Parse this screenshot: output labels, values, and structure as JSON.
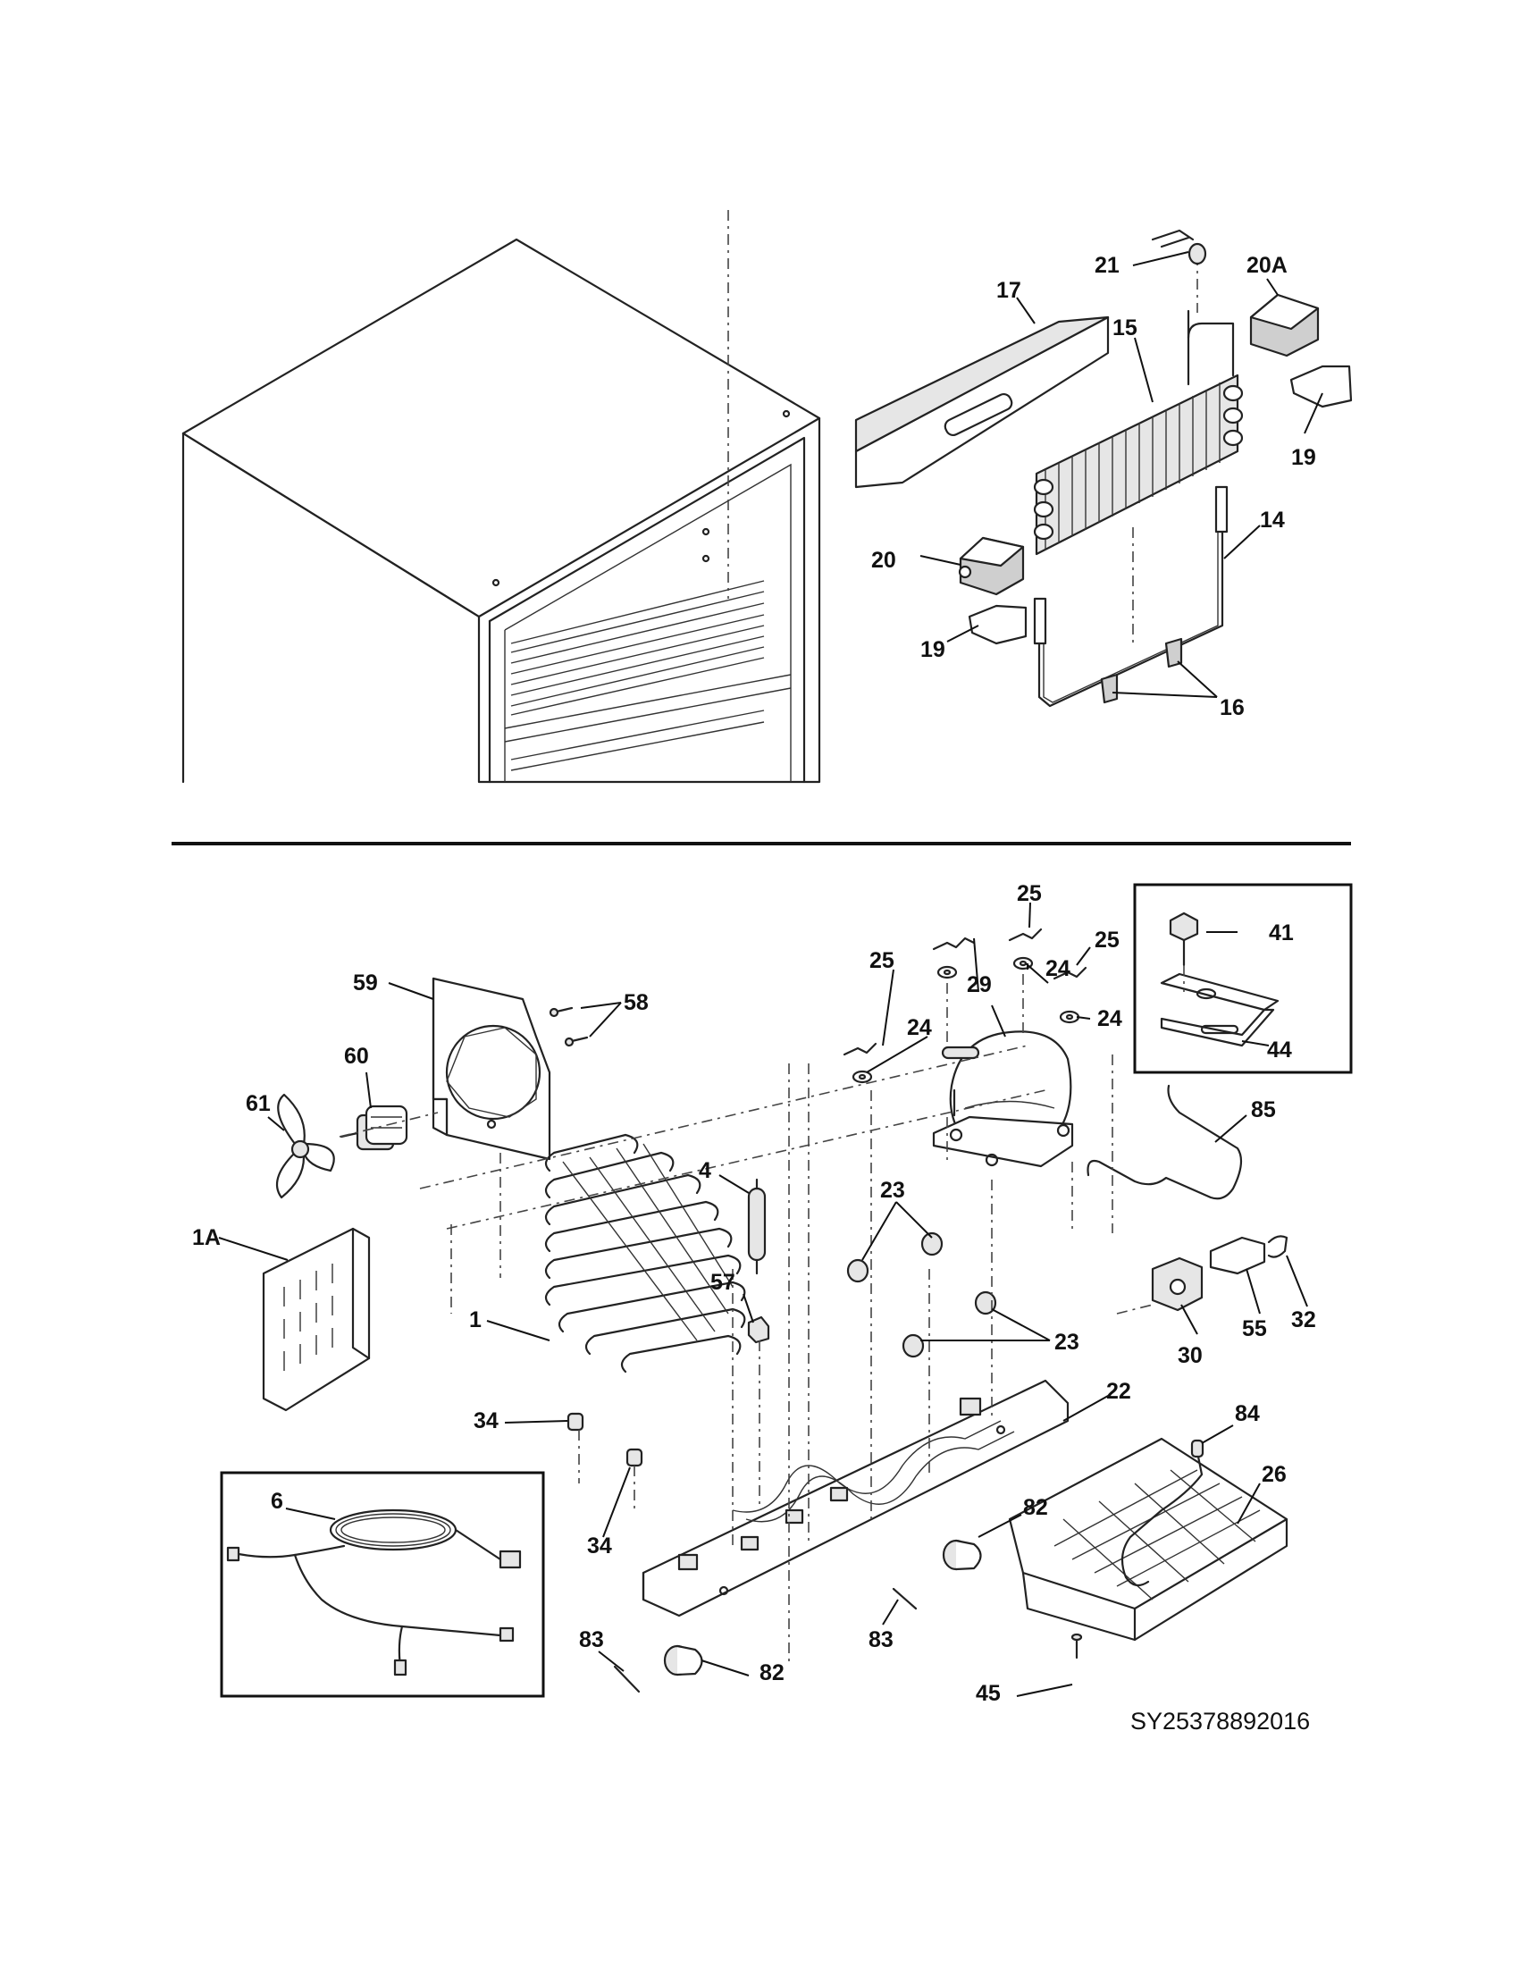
{
  "callouts": {
    "c21": "21",
    "c20a": "20A",
    "c17": "17",
    "c15": "15",
    "c19a": "19",
    "c14": "14",
    "c20": "20",
    "c19b": "19",
    "c16": "16",
    "c25a": "25",
    "c25b": "25",
    "c25c": "25",
    "c24a": "24",
    "c24b": "24",
    "c24c": "24",
    "c29": "29",
    "c41": "41",
    "c44": "44",
    "c59": "59",
    "c58": "58",
    "c60": "60",
    "c61": "61",
    "c4": "4",
    "c85": "85",
    "c1a": "1A",
    "c23a": "23",
    "c23b": "23",
    "c57": "57",
    "c1": "1",
    "c32": "32",
    "c55": "55",
    "c30": "30",
    "c22": "22",
    "c34a": "34",
    "c34b": "34",
    "c84": "84",
    "c6": "6",
    "c26": "26",
    "c82a": "82",
    "c82b": "82",
    "c83a": "83",
    "c83b": "83",
    "c45": "45"
  },
  "drawing_id": "SY25378892016"
}
